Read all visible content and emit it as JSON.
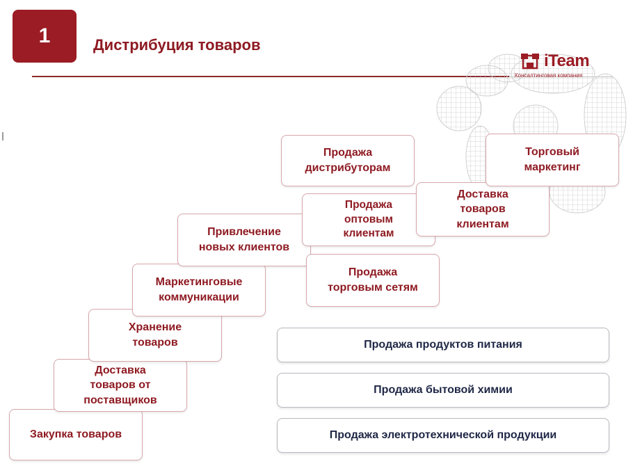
{
  "slide": {
    "number": "1",
    "title": "Дистрибуция товаров"
  },
  "logo": {
    "name": "iTeam",
    "subtitle": "Консалтинговая компания"
  },
  "steps": [
    {
      "label": "Закупка товаров"
    },
    {
      "label": "Доставка\nтоваров от\nпоставщиков"
    },
    {
      "label": "Хранение\nтоваров"
    },
    {
      "label": "Маркетинговые\nкоммуникации"
    },
    {
      "label": "Привлечение\nновых клиентов"
    }
  ],
  "sales_channels": [
    {
      "label": "Продажа\nдистрибуторам"
    },
    {
      "label": "Продажа\nоптовым\nклиентам"
    },
    {
      "label": "Продажа\nторговым сетям"
    }
  ],
  "upper": [
    {
      "label": "Доставка\nтоваров\nклиентам"
    },
    {
      "label": "Торговый\nмаркетинг"
    }
  ],
  "product_lines": [
    {
      "label": "Продажа продуктов питания"
    },
    {
      "label": "Продажа бытовой химии"
    },
    {
      "label": "Продажа электротехнической продукции"
    }
  ],
  "colors": {
    "brand": "#9b1c24",
    "box_text": "#8e1a22",
    "product_text": "#1f2746"
  }
}
